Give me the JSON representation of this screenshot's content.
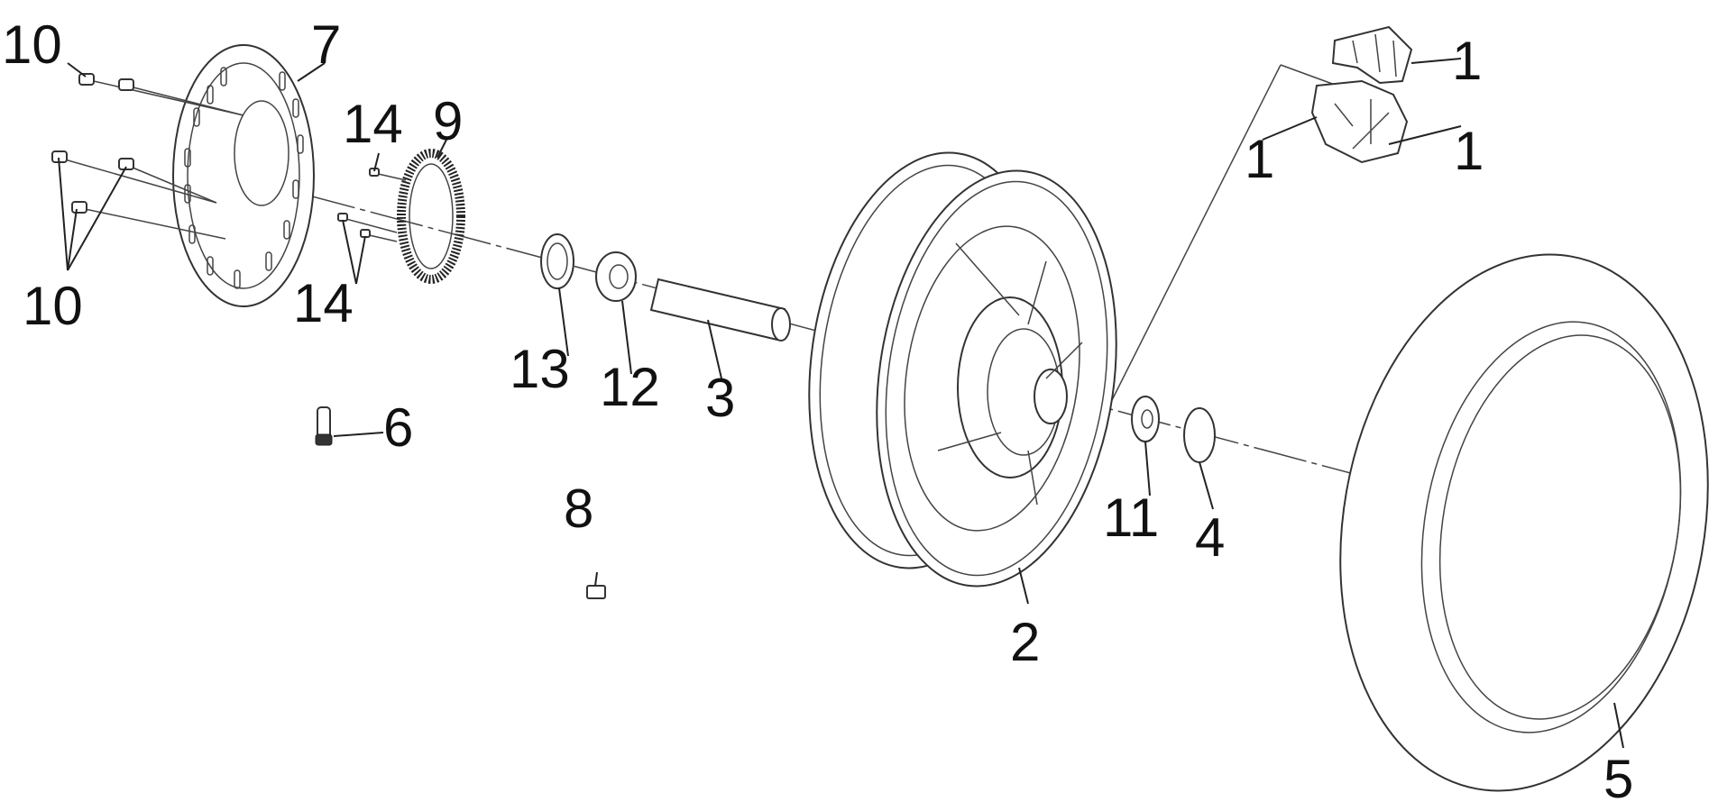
{
  "labels": {
    "n1": "1",
    "n2": "2",
    "n3": "3",
    "n4": "4",
    "n5": "5",
    "n6": "6",
    "n7": "7",
    "n8": "8",
    "n9": "9",
    "n10": "10",
    "n11": "11",
    "n12": "12",
    "n13": "13",
    "n14": "14"
  },
  "colors": {
    "line": "#222222",
    "background": "#ffffff"
  }
}
